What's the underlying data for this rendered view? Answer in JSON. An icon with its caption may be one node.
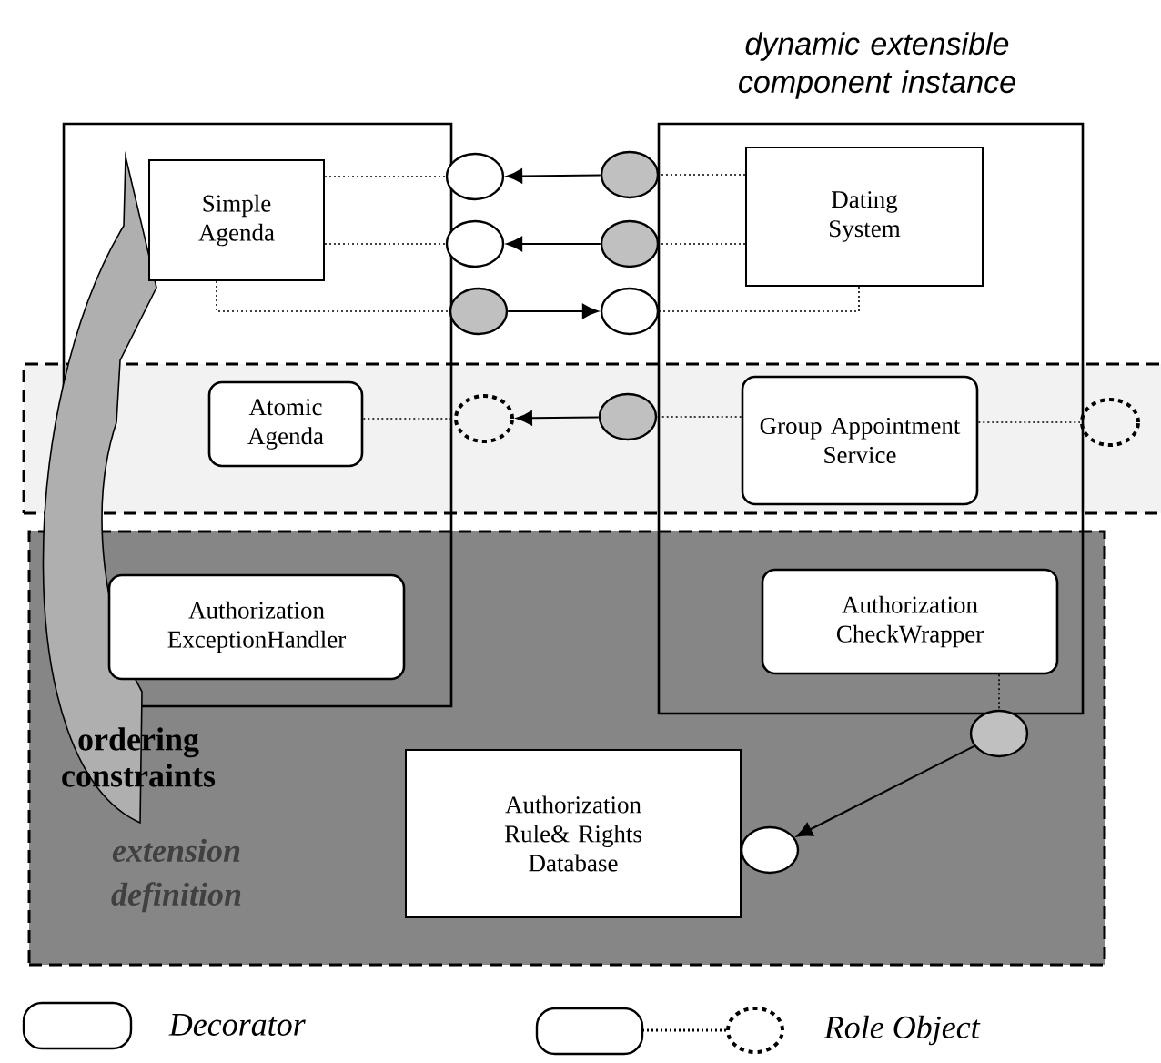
{
  "diagram": {
    "title": "dynamic extensible component instance",
    "nodes": [
      {
        "text": [],
        "shape": "box"
      },
      {
        "text": [],
        "shape": "box"
      },
      {
        "text": [],
        "shape": "band"
      },
      {
        "text": [],
        "shape": "band"
      },
      {
        "text": [
          "Simple Agenda"
        ],
        "in": 0
      },
      {
        "text": [
          "Dating System"
        ],
        "in": 1
      },
      {
        "text": [
          "Atomic Agenda"
        ]
      },
      {
        "text": [
          "Group Appointment Service"
        ]
      },
      {
        "text": [
          "Authorization ExceptionHandler"
        ]
      },
      {
        "text": [
          "Authorization CheckWrapper"
        ]
      },
      {
        "text": [
          "Authorization Rule& Rights Database"
        ],
        "in": 3
      },
      {
        "text": [],
        "shape": "circle"
      },
      {
        "text": [],
        "shape": "circle"
      },
      {
        "text": [],
        "shape": "circle"
      },
      {
        "text": [],
        "shape": "circle"
      },
      {
        "text": [],
        "shape": "circle"
      },
      {
        "text": [],
        "shape": "circle"
      },
      {
        "text": [],
        "shape": "circle",
        "in": 2
      },
      {
        "text": [],
        "shape": "circle",
        "in": 2
      },
      {
        "text": [],
        "shape": "circle",
        "in": 2
      },
      {
        "text": [],
        "shape": "circle",
        "in": 3
      },
      {
        "text": [],
        "shape": "circle",
        "in": 3
      }
    ],
    "edges": [
      {
        "from": 12,
        "to": 11,
        "arrow": "to"
      },
      {
        "from": 14,
        "to": 13,
        "arrow": "to"
      },
      {
        "from": 15,
        "to": 16,
        "arrow": "to"
      },
      {
        "from": 18,
        "to": 17,
        "arrow": "to"
      },
      {
        "from": 20,
        "to": 21,
        "arrow": "to"
      },
      {
        "from": 4,
        "to": 11,
        "arrow": "none",
        "style": "dashed"
      },
      {
        "from": 4,
        "to": 13,
        "arrow": "none",
        "style": "dashed"
      },
      {
        "from": 4,
        "to": 15,
        "arrow": "none",
        "style": "dashed"
      },
      {
        "from": 5,
        "to": 12,
        "arrow": "none",
        "style": "dashed"
      },
      {
        "from": 5,
        "to": 14,
        "arrow": "none",
        "style": "dashed"
      },
      {
        "from": 5,
        "to": 16,
        "arrow": "none",
        "style": "dashed"
      },
      {
        "from": 6,
        "to": 17,
        "arrow": "none",
        "style": "dashed"
      },
      {
        "from": 7,
        "to": 18,
        "arrow": "none",
        "style": "dashed"
      },
      {
        "from": 7,
        "to": 19,
        "arrow": "none",
        "style": "dashed"
      },
      {
        "from": 9,
        "to": 20,
        "arrow": "none",
        "style": "dashed"
      }
    ],
    "labels": [
      "ordering constraints",
      "extension definition"
    ],
    "legend": [
      {
        "text": "Decorator"
      },
      {
        "text": "Role Object"
      }
    ]
  }
}
